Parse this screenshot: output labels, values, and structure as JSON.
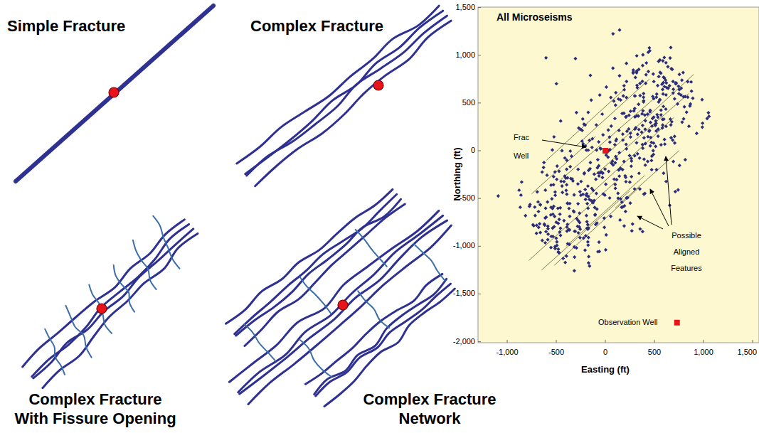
{
  "diagram": {
    "labels": [
      "Simple Fracture",
      "Complex Fracture",
      "Complex Fracture With Fissure Opening",
      "Complex Fracture Network",
      "All Microseisms",
      "1,500",
      "1,000",
      "500",
      "0",
      "-500",
      "-1,000",
      "-1,500",
      "-2,000",
      "Northing (ft)",
      "-1,000",
      "-500",
      "0",
      "500",
      "1,000",
      "1,500",
      "Easting (ft)",
      "Frac Well",
      "Possible Aligned Features",
      "Observation Well"
    ]
  }
}
